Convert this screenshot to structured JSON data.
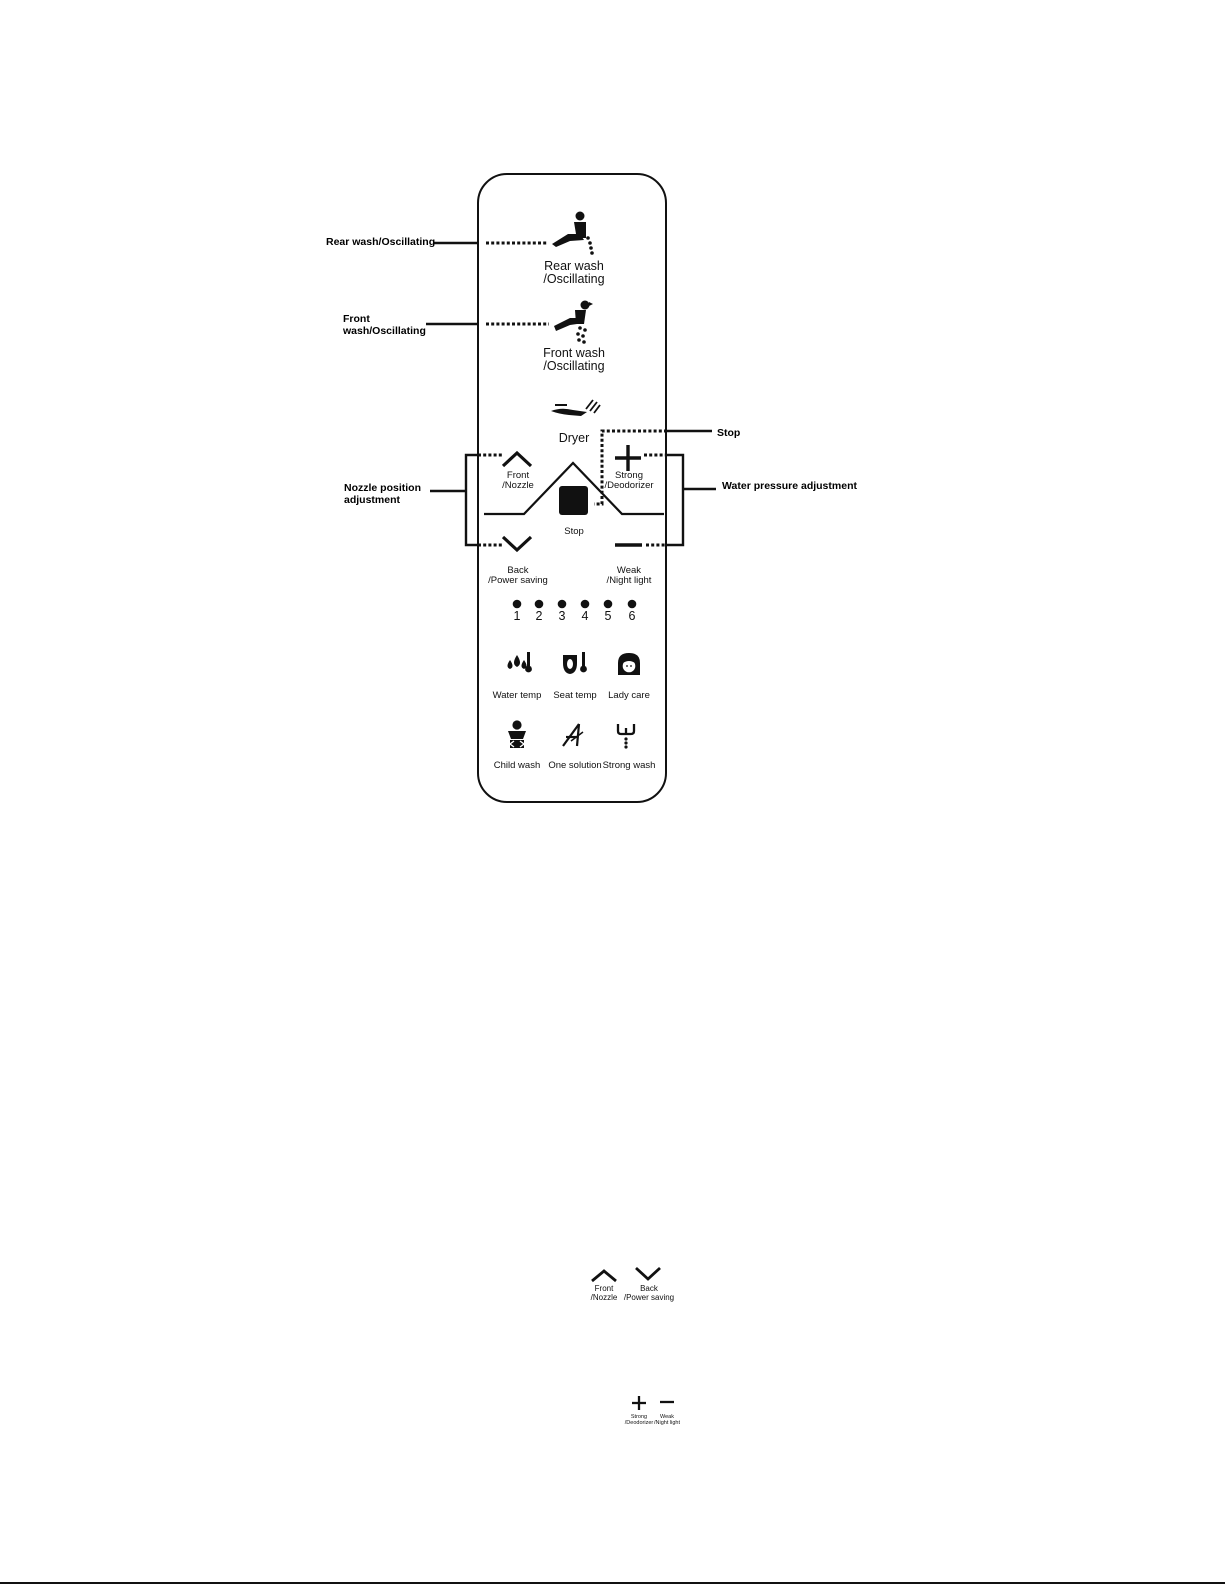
{
  "callouts": {
    "rear": "Rear wash/Oscillating",
    "front_line1": "Front",
    "front_line2": "wash/Oscillating",
    "nozzle_line1": "Nozzle position",
    "nozzle_line2": "adjustment",
    "stop": "Stop",
    "pressure": "Water pressure adjustment"
  },
  "remote": {
    "rear_wash": {
      "line1": "Rear wash",
      "line2": "/Oscillating",
      "icon": "rear-wash-icon"
    },
    "front_wash": {
      "line1": "Front wash",
      "line2": "/Oscillating",
      "icon": "front-wash-icon"
    },
    "dryer": {
      "label": "Dryer",
      "icon": "dryer-icon"
    },
    "front_nozzle": {
      "line1": "Front",
      "line2": "/Nozzle",
      "icon": "chevron-up-icon"
    },
    "strong_deodorizer": {
      "line1": "Strong",
      "line2": "/Deodorizer",
      "icon": "plus-icon"
    },
    "stop": {
      "label": "Stop",
      "icon": "stop-square-icon"
    },
    "back_power": {
      "line1": "Back",
      "line2": "/Power saving",
      "icon": "chevron-down-icon"
    },
    "weak_night": {
      "line1": "Weak",
      "line2": "/Night light",
      "icon": "minus-icon"
    },
    "levels": [
      "1",
      "2",
      "3",
      "4",
      "5",
      "6"
    ],
    "functions_row1": [
      {
        "label": "Water temp",
        "icon": "water-temp-icon"
      },
      {
        "label": "Seat temp",
        "icon": "seat-temp-icon"
      },
      {
        "label": "Lady care",
        "icon": "lady-care-icon"
      }
    ],
    "functions_row2": [
      {
        "label": "Child wash",
        "icon": "child-wash-icon"
      },
      {
        "label": "One solution",
        "icon": "one-solution-icon"
      },
      {
        "label": "Strong wash",
        "icon": "strong-wash-icon"
      }
    ]
  },
  "detail_nozzle": {
    "front": {
      "line1": "Front",
      "line2": "/Nozzle"
    },
    "back": {
      "line1": "Back",
      "line2": "/Power saving"
    }
  },
  "detail_pressure": {
    "strong": {
      "line1": "Strong",
      "line2": "/Deodorizer"
    },
    "weak": {
      "line1": "Weak",
      "line2": "/Night light"
    }
  }
}
